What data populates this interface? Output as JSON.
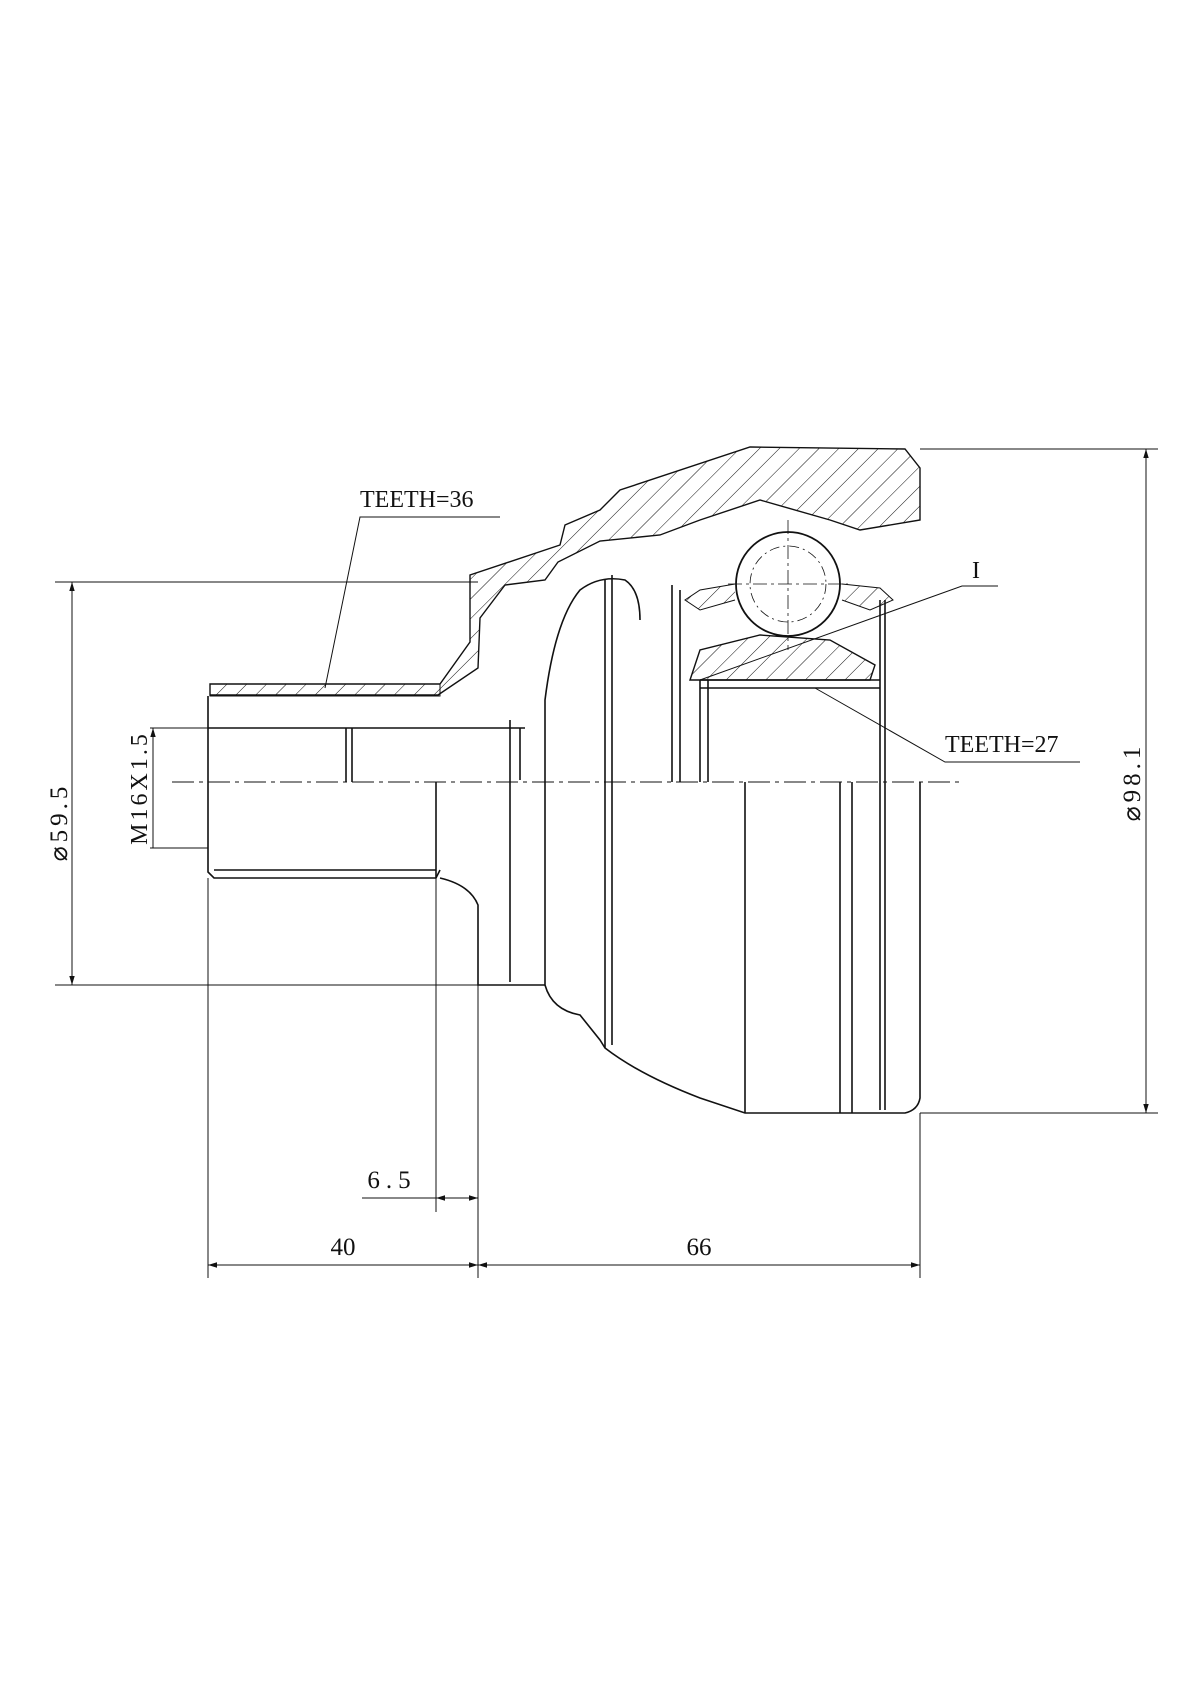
{
  "labels": {
    "teeth_outer": "TEETH=36",
    "teeth_inner": "TEETH=27",
    "detail_marker": "I",
    "thread": "M16X1.5",
    "dia_small": "⌀59.5",
    "dia_large": "⌀98.1",
    "dim_6_5": "6.5",
    "dim_40": "40",
    "dim_66": "66"
  },
  "colors": {
    "line": "#111111",
    "background": "#ffffff"
  }
}
